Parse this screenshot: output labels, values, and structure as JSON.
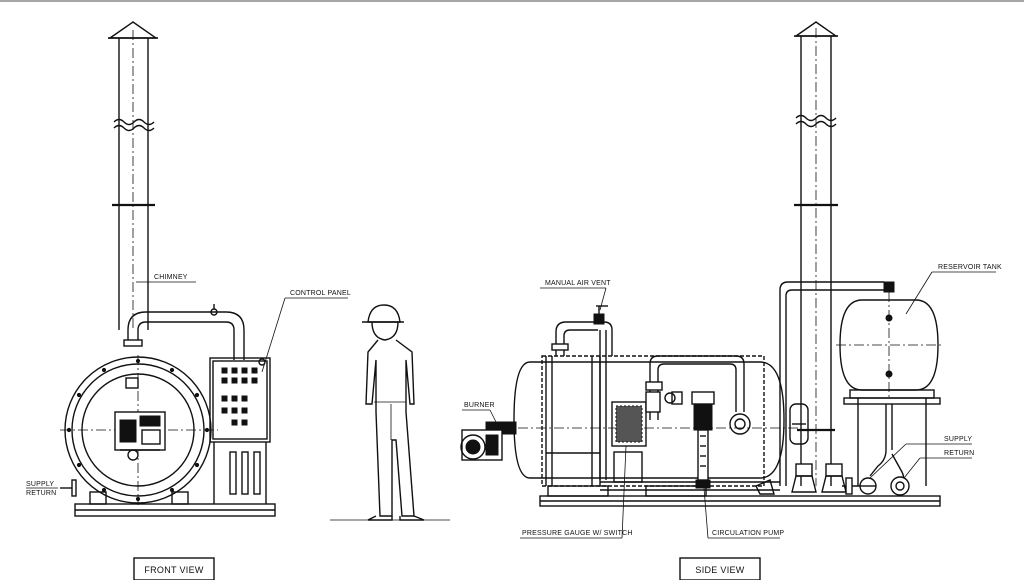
{
  "labels": {
    "chimney": "CHIMNEY",
    "control_panel": "CONTROL PANEL",
    "supply_left": "SUPPLY",
    "return_left": "RETURN",
    "manual_air_vent": "MANUAL AIR VENT",
    "burner": "BURNER",
    "reservoir_tank": "RESERVOIR TANK",
    "supply_right": "SUPPLY",
    "return_right": "RETURN",
    "pressure_gauge": "PRESSURE GAUGE W/ SWITCH",
    "circulation_pump": "CIRCULATION PUMP"
  },
  "titles": {
    "front_view": "FRONT VIEW",
    "side_view": "SIDE VIEW"
  }
}
